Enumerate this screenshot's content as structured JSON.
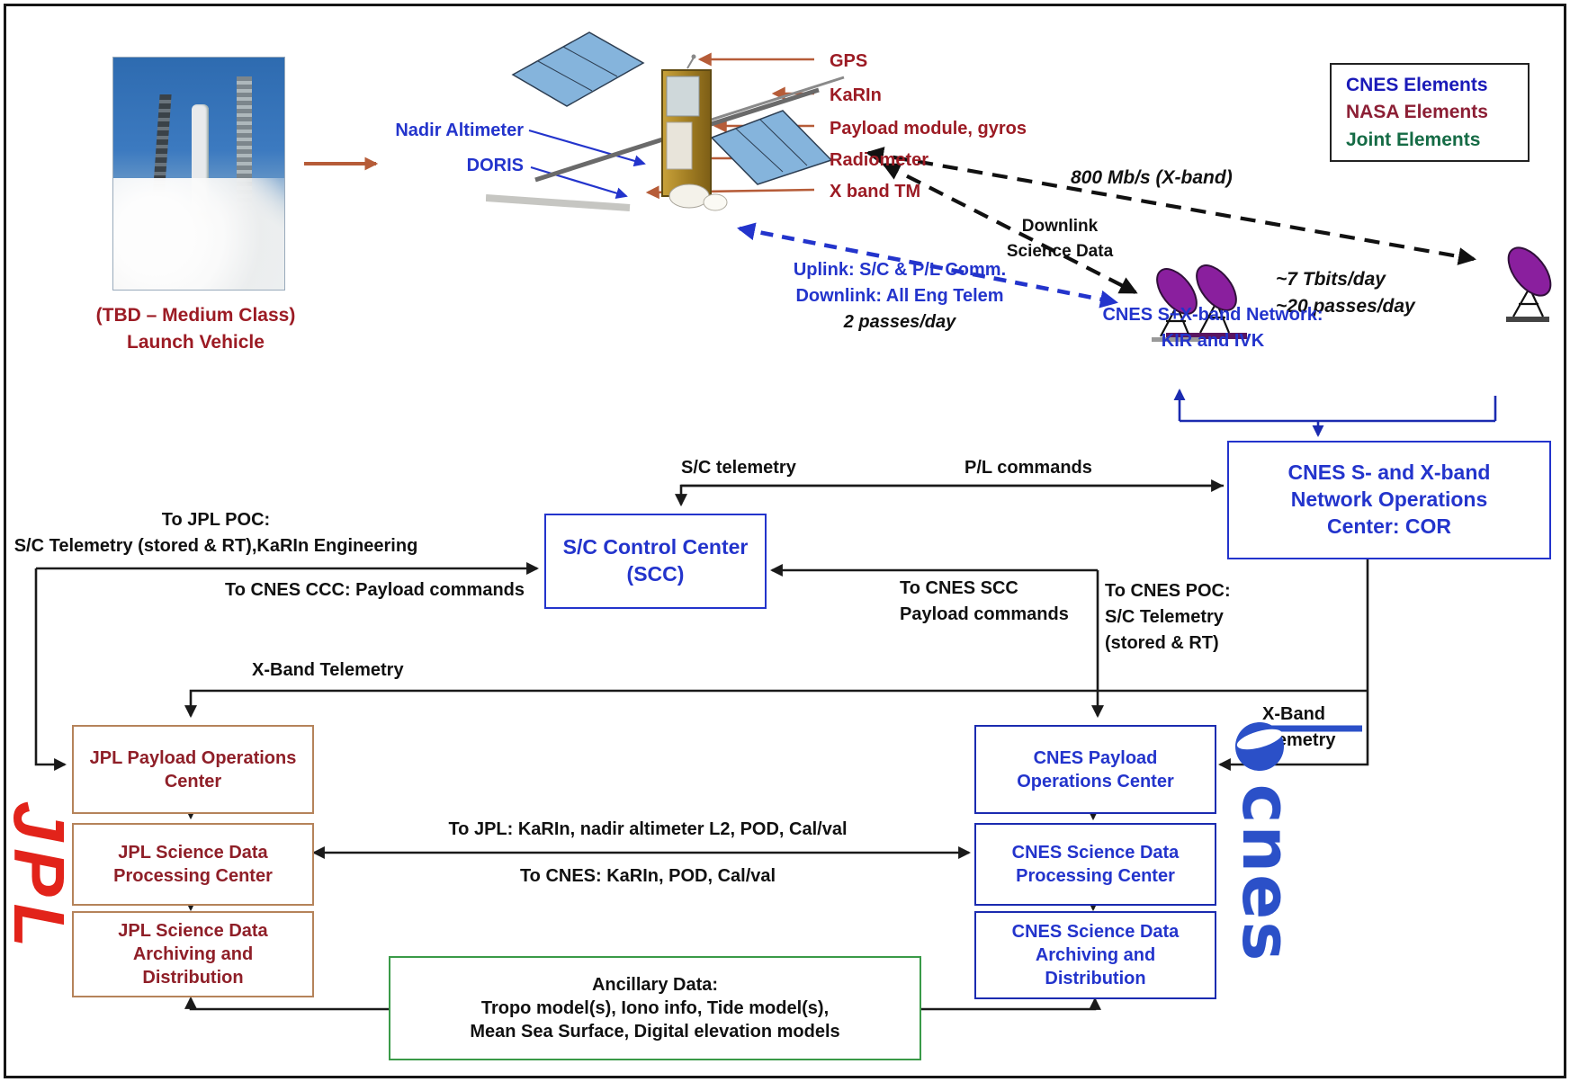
{
  "legend": {
    "items": [
      {
        "label": "CNES Elements",
        "color": "#1a1ab8"
      },
      {
        "label": "NASA Elements",
        "color": "#8c1f35"
      },
      {
        "label": "Joint Elements",
        "color": "#156b45"
      }
    ]
  },
  "launch": {
    "caption": "(TBD – Medium Class)\nLaunch Vehicle"
  },
  "satellite": {
    "labels_right": [
      "GPS",
      "KaRIn",
      "Payload module, gyros",
      "Radiometer",
      "X band TM"
    ],
    "labels_left": [
      "Nadir Altimeter",
      "DORIS"
    ]
  },
  "links": {
    "downlink_rate": "800 Mb/s (X-band)",
    "downlink_science": "Downlink\nScience Data",
    "uplink": "Uplink: S/C & P/L Comm.\nDownlink: All Eng Telem",
    "uplink_passes": "2 passes/day",
    "ground_rate": "~7 Tbits/day\n~20 passes/day",
    "network": "CNES  S+X-band Network:\nKIR and IVK"
  },
  "flows": {
    "sc_telemetry": "S/C telemetry",
    "pl_commands": "P/L commands",
    "to_jpl_poc": "To JPL POC:\nS/C Telemetry (stored & RT),KaRIn  Engineering",
    "to_cnes_ccc": "To CNES CCC: Payload  commands",
    "to_cnes_scc": "To CNES SCC\nPayload  commands",
    "to_cnes_poc": "To CNES POC:\nS/C Telemetry\n(stored & RT)",
    "xband_left": "X-Band Telemetry",
    "xband_right": "X-Band\nTelemetry",
    "to_jpl_products": "To JPL: KaRIn, nadir altimeter L2, POD, Cal/val",
    "to_cnes_products": "To CNES: KaRIn,  POD,  Cal/val"
  },
  "boxes": {
    "scc": "S/C  Control Center\n(SCC)",
    "cor": "CNES S- and X-band\nNetwork Operations\nCenter: COR",
    "jpl_poc": "JPL Payload  Operations\nCenter",
    "jpl_sdpc": "JPL Science  Data\nProcessing  Center",
    "jpl_sdad": "JPL Science  Data\nArchiving  and\nDistribution",
    "cnes_poc": "CNES Payload\nOperations Center",
    "cnes_sdpc": "CNES Science  Data\nProcessing  Center",
    "cnes_sdad": "CNES Science  Data\nArchiving  and\nDistribution",
    "ancillary": "Ancillary Data:\nTropo model(s), Iono info, Tide model(s),\nMean Sea Surface,  Digital  elevation  models"
  },
  "logos": {
    "jpl": "JPL",
    "cnes": "cnes"
  },
  "colors": {
    "cnes_blue": "#2334cc",
    "nasa_red": "#9c1b24",
    "joint_green": "#156b45",
    "arrow_brown": "#b65c38",
    "dish_purple": "#8a1f9e",
    "ancillary_green": "#3a9a48"
  }
}
